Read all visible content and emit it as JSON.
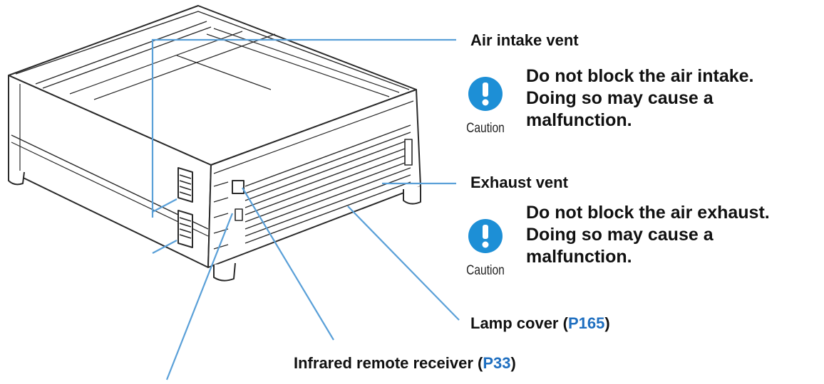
{
  "callouts": {
    "air_intake": "Air intake vent",
    "exhaust": "Exhaust vent",
    "lamp_cover": {
      "text": "Lamp cover (",
      "ref": "P165",
      "close": ")"
    },
    "ir_receiver": {
      "text": "Infrared remote receiver (",
      "ref": "P33",
      "close": ")"
    }
  },
  "cautions": [
    {
      "icon": "exclamation-circle-icon",
      "word": "Caution",
      "lines": [
        "Do not block the air intake.",
        "Doing so may cause a",
        "malfunction."
      ]
    },
    {
      "icon": "exclamation-circle-icon",
      "word": "Caution",
      "lines": [
        "Do not block the air exhaust.",
        "Doing so may cause a",
        "malfunction."
      ]
    }
  ],
  "colors": {
    "leader_line": "#5aa0d8",
    "reference_link": "#1f6fc0",
    "caution_icon": "#1d8fd6",
    "outline": "#2a2a2a"
  }
}
